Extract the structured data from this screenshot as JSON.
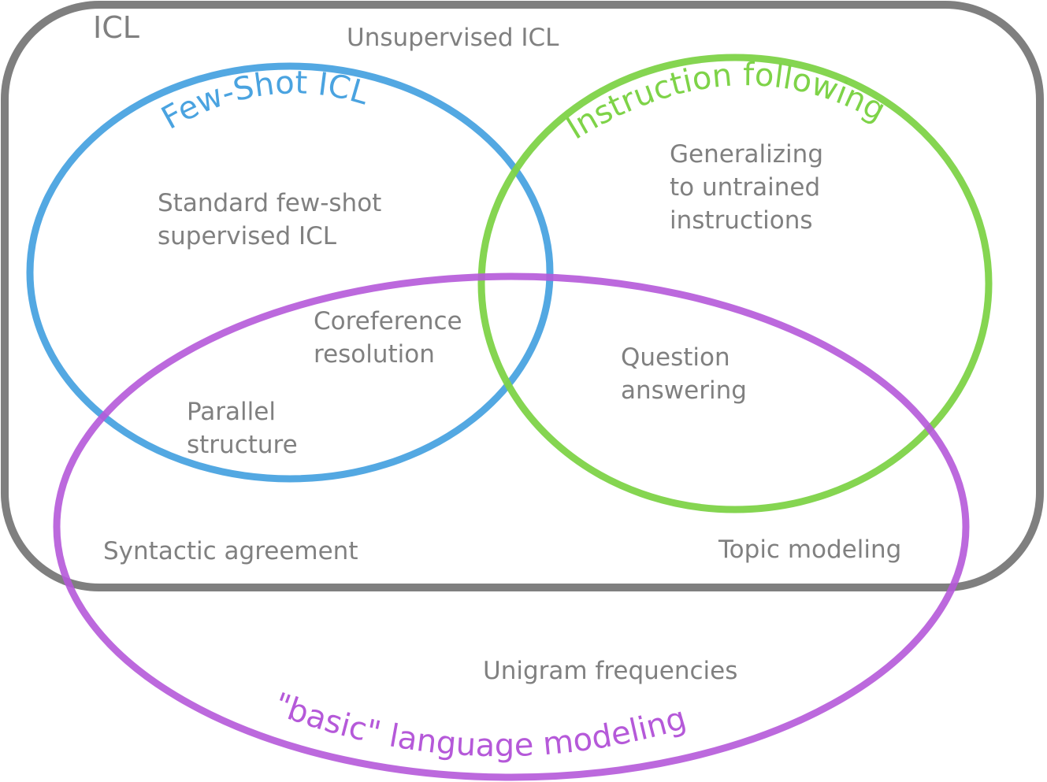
{
  "diagram": {
    "sets": {
      "icl": {
        "label": "ICL",
        "color": "#7f7f7f"
      },
      "few_shot": {
        "label": "Few-Shot ICL",
        "color": "#4aa3e0"
      },
      "instruction": {
        "label": "Instruction following",
        "color": "#7ed348"
      },
      "basic_lm": {
        "label": "\"basic\" language modeling",
        "color": "#b559d9"
      }
    },
    "items": {
      "unsupervised_icl": "Unsupervised ICL",
      "standard_few_shot": [
        "Standard few-shot",
        "supervised ICL"
      ],
      "generalizing": [
        "Generalizing",
        "to untrained",
        "instructions"
      ],
      "coreference": [
        "Coreference",
        "resolution"
      ],
      "question_answering": [
        "Question",
        "answering"
      ],
      "parallel_structure": [
        "Parallel",
        "structure"
      ],
      "syntactic_agreement": "Syntactic agreement",
      "topic_modeling": "Topic modeling",
      "unigram_frequencies": "Unigram frequencies"
    }
  }
}
